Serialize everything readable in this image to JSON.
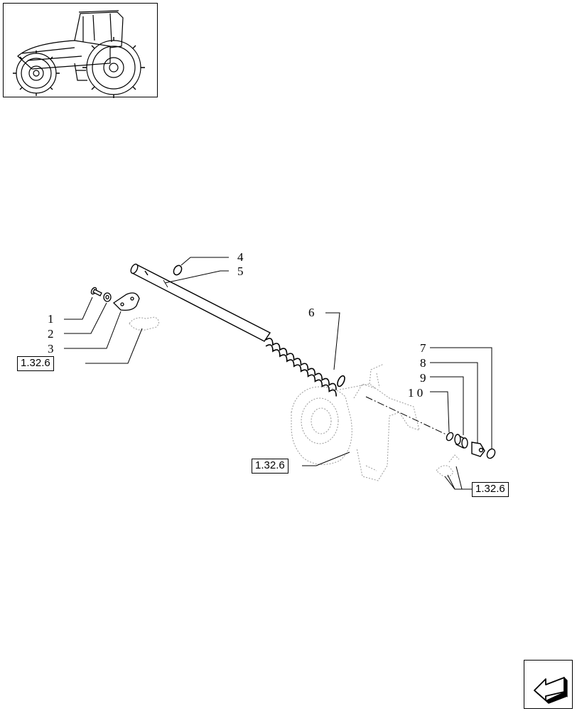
{
  "callouts": {
    "c1": "1",
    "c2": "2",
    "c3": "3",
    "c4": "4",
    "c5": "5",
    "c6": "6",
    "c7": "7",
    "c8": "8",
    "c9": "9",
    "c10": "1 0"
  },
  "references": {
    "left": "1.32.6",
    "center": "1.32.6",
    "right": "1.32.6"
  },
  "icons": {
    "thumbnail": "tractor-icon",
    "navigation": "back-arrow-icon"
  }
}
